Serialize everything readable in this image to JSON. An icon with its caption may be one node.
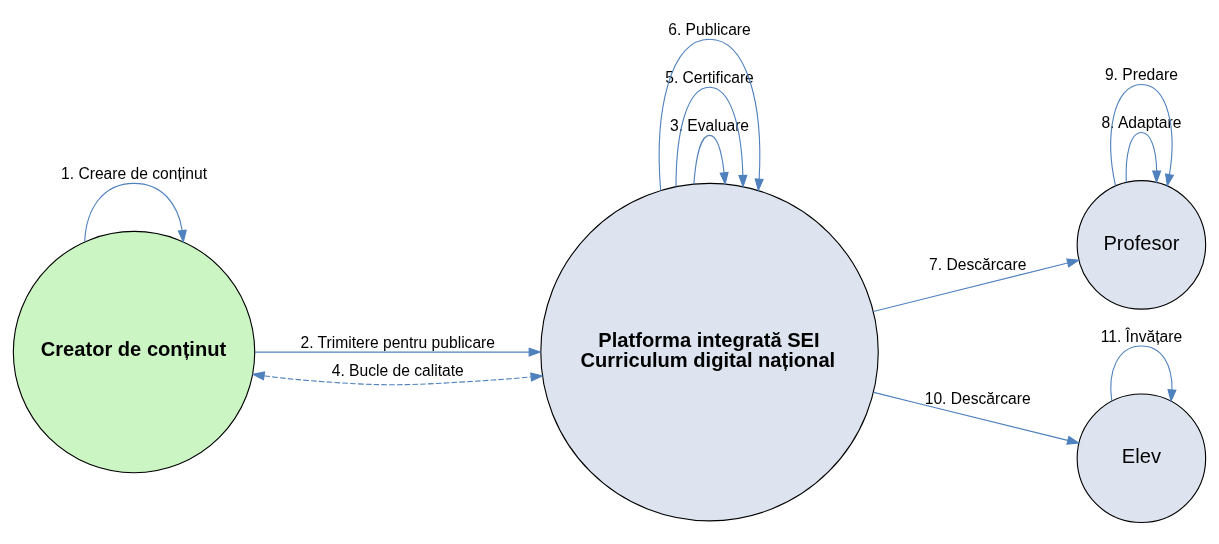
{
  "diagram": {
    "nodes": [
      {
        "text": [
          "Creator de conținut"
        ]
      },
      {
        "text": [
          "Platforma integrată SEI",
          "Curriculum digital național"
        ]
      },
      {
        "text": [
          "Profesor"
        ]
      },
      {
        "text": [
          "Elev"
        ]
      }
    ],
    "edges": [
      {
        "from": 0,
        "to": 0,
        "arrow": "to",
        "label": "1. Creare de conținut"
      },
      {
        "from": 0,
        "to": 1,
        "arrow": "to",
        "label": "2. Trimitere pentru publicare"
      },
      {
        "from": 1,
        "to": 1,
        "arrow": "to",
        "label": "3. Evaluare"
      },
      {
        "from": 0,
        "to": 1,
        "arrow": "both",
        "style": "dashed",
        "label": "4. Bucle de calitate"
      },
      {
        "from": 1,
        "to": 1,
        "arrow": "to",
        "label": "5. Certificare"
      },
      {
        "from": 1,
        "to": 1,
        "arrow": "to",
        "label": "6. Publicare"
      },
      {
        "from": 1,
        "to": 2,
        "arrow": "to",
        "label": "7. Descărcare"
      },
      {
        "from": 2,
        "to": 2,
        "arrow": "to",
        "label": "8. Adaptare"
      },
      {
        "from": 2,
        "to": 2,
        "arrow": "to",
        "label": "9. Predare"
      },
      {
        "from": 1,
        "to": 3,
        "arrow": "to",
        "label": "10. Descărcare"
      },
      {
        "from": 3,
        "to": 3,
        "arrow": "to",
        "label": "11. Învățare"
      }
    ]
  }
}
